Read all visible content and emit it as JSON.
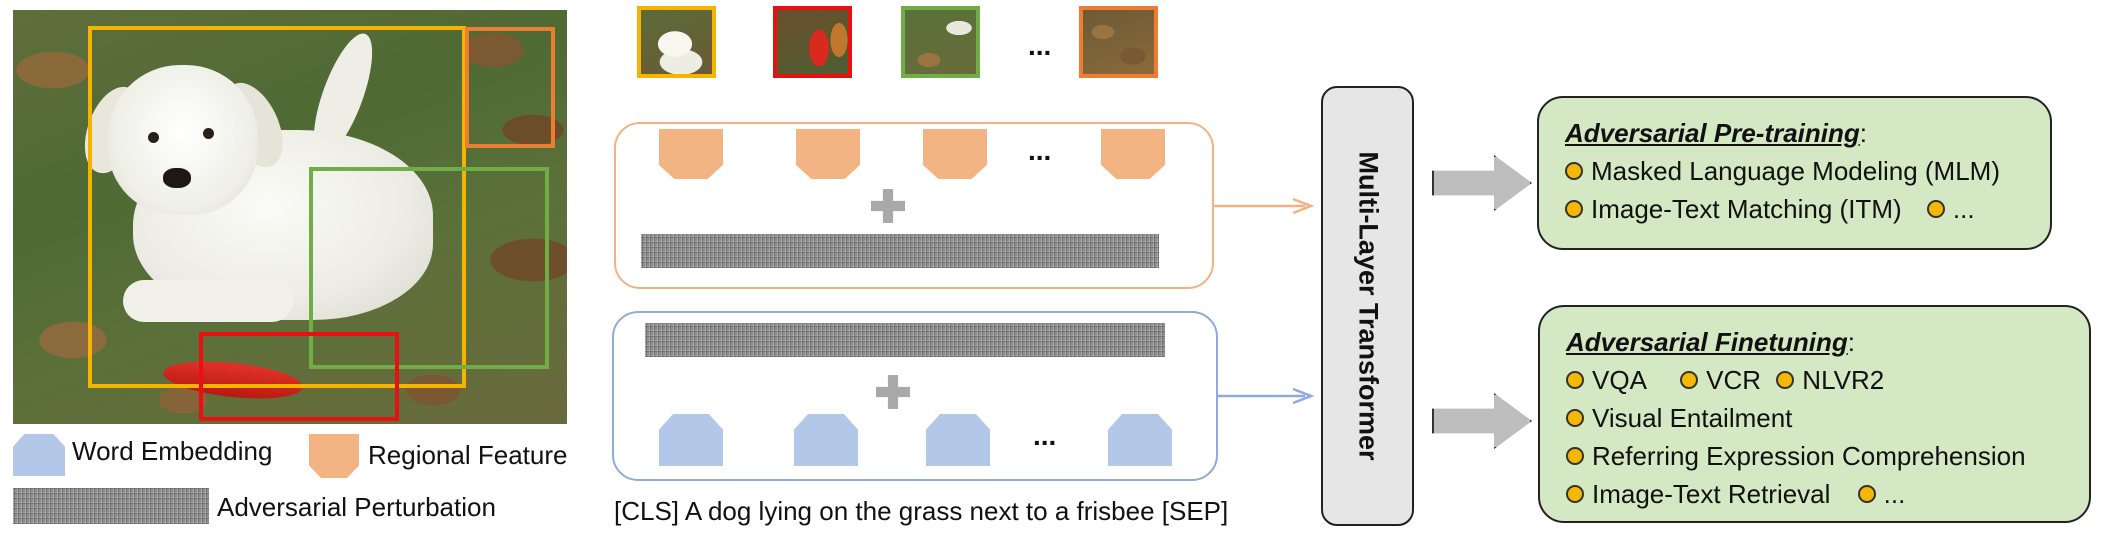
{
  "colors": {
    "yellow_box": "#f5b400",
    "orange_box": "#ed7d31",
    "green_box": "#70ad47",
    "red_box": "#e81010",
    "image_stream": "#f4b183",
    "text_stream": "#8faadc",
    "task_fill": "#d5e8c4",
    "bullet": "#f5b800"
  },
  "ellipsis": "...",
  "legend": {
    "word_embedding": "Word Embedding",
    "regional_feature": "Regional Feature",
    "adversarial_perturbation": "Adversarial Perturbation"
  },
  "caption": "[CLS] A dog lying on the grass next to a frisbee [SEP]",
  "transformer_label": "Multi-Layer Transformer",
  "pretraining": {
    "title": "Adversarial Pre-training",
    "colon": ":",
    "items": [
      "Masked Language Modeling (MLM)",
      "Image-Text Matching (ITM)",
      "..."
    ]
  },
  "finetuning": {
    "title": "Adversarial Finetuning",
    "colon": ":",
    "items": [
      "VQA",
      "VCR",
      "NLVR2",
      "Visual Entailment",
      "Referring Expression Comprehension",
      "Image-Text Retrieval",
      "..."
    ]
  }
}
